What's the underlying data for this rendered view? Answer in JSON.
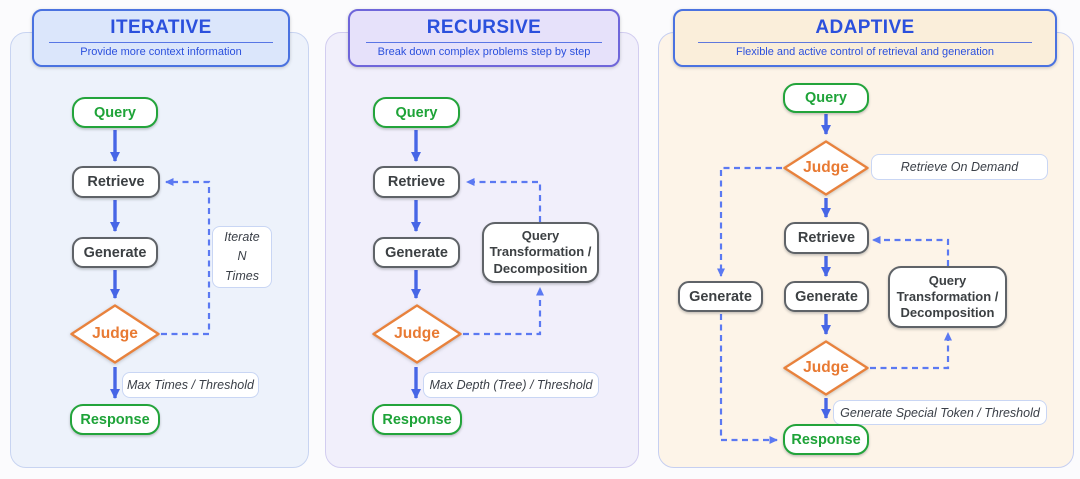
{
  "colors": {
    "arrow_blue": "#4766e6",
    "dashed_blue": "#5b79f2",
    "title_blue": "#2b50dd",
    "green": "#23a43b",
    "orange": "#e8823d",
    "gray_border": "#5f6368",
    "node_text": "#3c4043",
    "hint_border": "#c9d6f4",
    "hint_text": "#3a3f47",
    "iterative_header_bg": "#dbe6fb",
    "iterative_header_border": "#4a72e0",
    "iterative_body_bg": "#edf2fb",
    "recursive_header_bg": "#e6e1fa",
    "recursive_header_border": "#6f66da",
    "recursive_body_bg": "#f1effb",
    "adaptive_header_bg": "#faeeda",
    "adaptive_header_border": "#4a72e0",
    "adaptive_body_bg": "#fdf4e8"
  },
  "panels": {
    "iterative": {
      "title": "ITERATIVE",
      "subtitle": "Provide more context information",
      "nodes": {
        "query": "Query",
        "retrieve": "Retrieve",
        "generate": "Generate",
        "judge": "Judge",
        "response": "Response"
      },
      "loop_note": "Iterate\nN\nTimes",
      "exit_note": "Max Times / Threshold"
    },
    "recursive": {
      "title": "RECURSIVE",
      "subtitle": "Break down complex problems step by step",
      "nodes": {
        "query": "Query",
        "retrieve": "Retrieve",
        "generate": "Generate",
        "judge": "Judge",
        "response": "Response",
        "transform": "Query Transformation / Decomposition"
      },
      "exit_note": "Max Depth (Tree) / Threshold"
    },
    "adaptive": {
      "title": "ADAPTIVE",
      "subtitle": "Flexible and  active control of retrieval and generation",
      "nodes": {
        "query": "Query",
        "judge_top": "Judge",
        "retrieve": "Retrieve",
        "generate_left": "Generate",
        "generate": "Generate",
        "judge_bottom": "Judge",
        "response": "Response",
        "transform": "Query Transformation / Decomposition"
      },
      "judge_note": "Retrieve On  Demand",
      "exit_note": "Generate Special Token / Threshold"
    }
  }
}
